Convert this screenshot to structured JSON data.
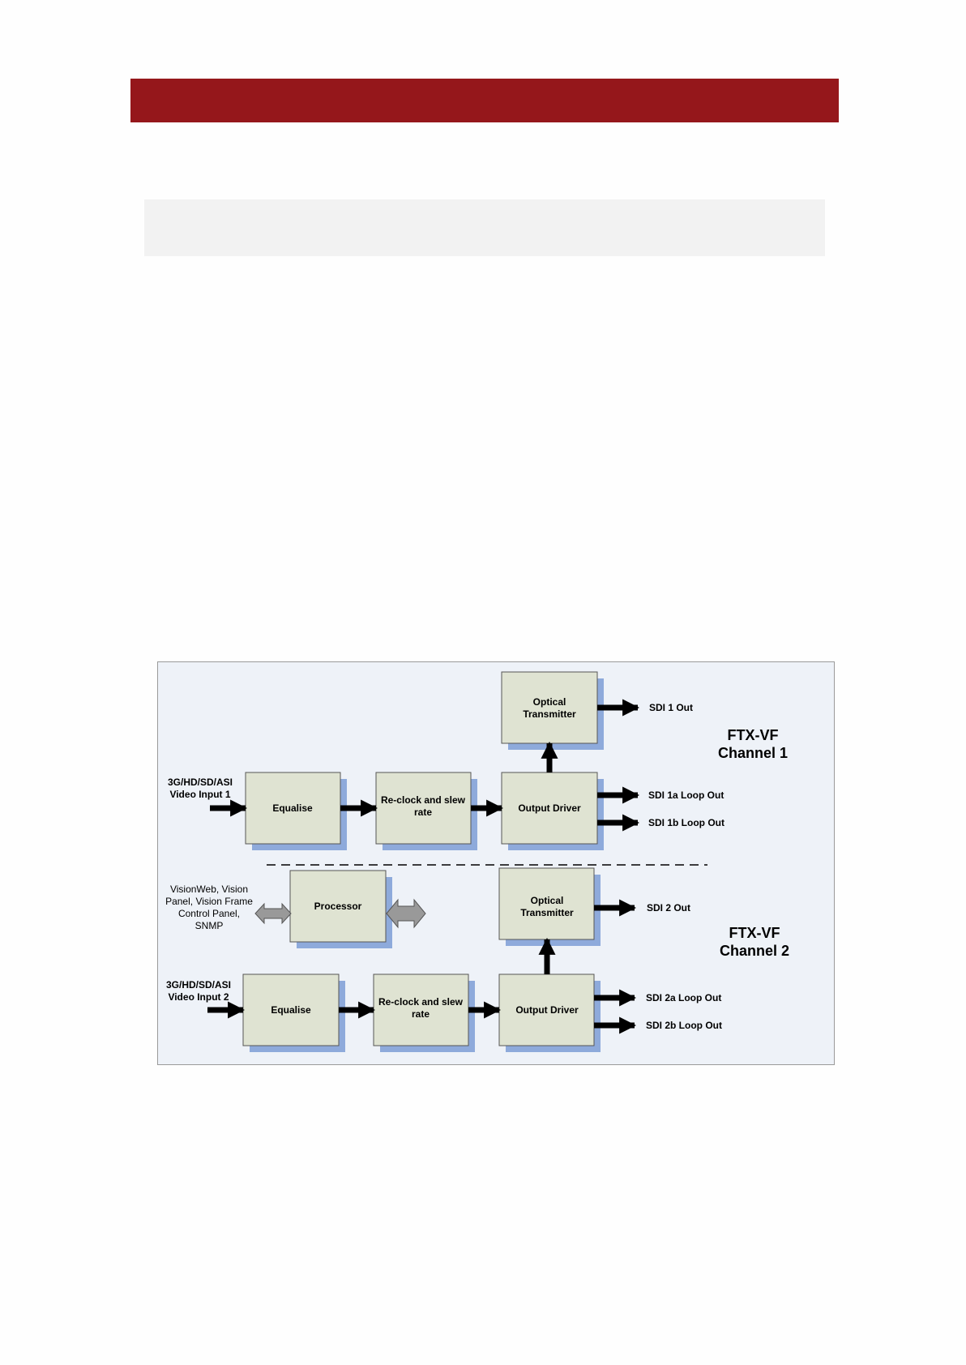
{
  "diagram": {
    "channel1": {
      "input": [
        "3G/HD/SD/ASI",
        "Video Input 1"
      ],
      "equalise": "Equalise",
      "reclock": [
        "Re-clock and slew",
        "rate"
      ],
      "output_driver": "Output Driver",
      "optical": [
        "Optical",
        "Transmitter"
      ],
      "sdi_out": "SDI 1 Out",
      "loop_a": "SDI 1a Loop Out",
      "loop_b": "SDI 1b Loop Out",
      "title": [
        "FTX-VF",
        "Channel 1"
      ]
    },
    "channel2": {
      "input": [
        "3G/HD/SD/ASI",
        "Video Input 2"
      ],
      "equalise": "Equalise",
      "reclock": [
        "Re-clock and slew",
        "rate"
      ],
      "output_driver": "Output Driver",
      "optical": [
        "Optical",
        "Transmitter"
      ],
      "sdi_out": "SDI 2 Out",
      "loop_a": "SDI 2a Loop Out",
      "loop_b": "SDI 2b Loop Out",
      "title": [
        "FTX-VF",
        "Channel 2"
      ]
    },
    "processor": "Processor",
    "control": [
      "VisionWeb, Vision",
      "Panel, Vision Frame",
      "Control Panel,",
      "SNMP"
    ]
  },
  "colors": {
    "header": "#95171b",
    "box_fill": "#dfe3d2",
    "box_shadow": "#8eaadb",
    "diagram_bg": "#eef2f8"
  }
}
